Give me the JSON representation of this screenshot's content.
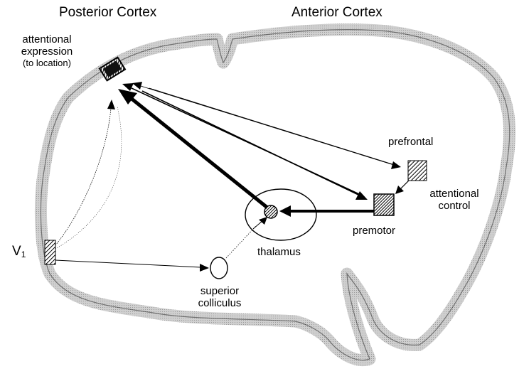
{
  "headers": {
    "posterior": "Posterior Cortex",
    "anterior": "Anterior Cortex"
  },
  "labels": {
    "attentional_expression_line1": "attentional",
    "attentional_expression_line2": "expression",
    "attentional_expression_line3": "(to location)",
    "prefrontal": "prefrontal",
    "attentional_control_line1": "attentional",
    "attentional_control_line2": "control",
    "premotor": "premotor",
    "thalamus": "thalamus",
    "v1_main": "V",
    "v1_sub": "1",
    "superior_colliculus_line1": "superior",
    "superior_colliculus_line2": "colliculus"
  },
  "colors": {
    "cortex_fill": "#d4d4d4",
    "ink": "#000000",
    "background": "#ffffff"
  }
}
